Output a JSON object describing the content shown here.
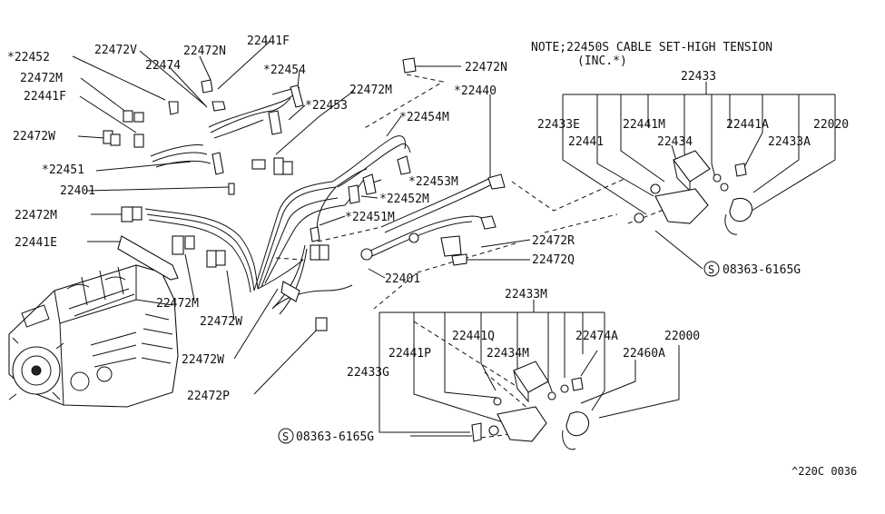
{
  "note": {
    "line1": "NOTE;22450S CABLE SET-HIGH TENSION",
    "line2": "(INC.*)"
  },
  "reference_code": "^220C 0036",
  "part_labels": {
    "p22452": "*22452",
    "p22472V": "22472V",
    "p22472N_top": "22472N",
    "p22441F_top": "22441F",
    "p22474": "22474",
    "p22454": "*22454",
    "p22472M_a": "22472M",
    "p22441F_left": "22441F",
    "p22453": "*22453",
    "p22472M_b": "22472M",
    "p22472N_mid": "22472N",
    "p22440": "*22440",
    "p22454M": "*22454M",
    "p22472W_a": "22472W",
    "p22451": "*22451",
    "p22401_a": "22401",
    "p22453M": "*22453M",
    "p22452M": "*22452M",
    "p22472M_c": "22472M",
    "p22451M": "*22451M",
    "p22441E": "22441E",
    "p22401_b": "22401",
    "p22472M_d": "22472M",
    "p22472W_b": "22472W",
    "p22472W_c": "22472W",
    "p22472P": "22472P",
    "p22472R": "22472R",
    "p22472Q": "22472Q",
    "p22433": "22433",
    "p22433E": "22433E",
    "p22441M": "22441M",
    "p22441A": "22441A",
    "p22020": "22020",
    "p22441": "22441",
    "p22434": "22434",
    "p22433A": "22433A",
    "p08363_right": "08363-6165G",
    "p22433M": "22433M",
    "p22441Q": "22441Q",
    "p22474A": "22474A",
    "p22000": "22000",
    "p22441P": "22441P",
    "p22434M": "22434M",
    "p22460A": "22460A",
    "p22433G": "22433G",
    "p08363_bottom": "08363-6165G"
  },
  "s_symbol": "S"
}
